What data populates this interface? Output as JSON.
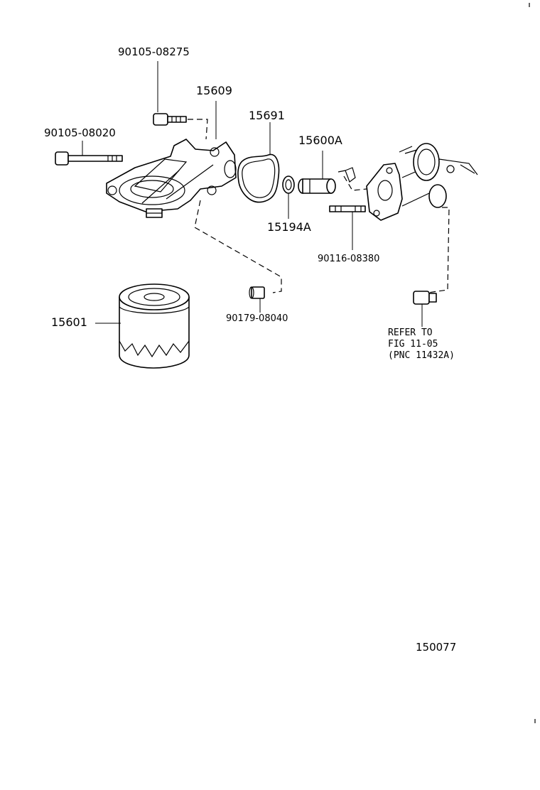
{
  "labels": {
    "bolt_top": "90105-08275",
    "bolt_left": "90105-08020",
    "bracket": "15609",
    "gasket": "15691",
    "relief_valve": "15600A",
    "o_ring": "15194A",
    "stud": "90116-08380",
    "plug": "90179-08040",
    "oil_filter": "15601",
    "refer_line1": "REFER TO",
    "refer_line2": "FIG 11-05",
    "refer_line3": "(PNC 11432A)",
    "figure_id": "150077"
  }
}
